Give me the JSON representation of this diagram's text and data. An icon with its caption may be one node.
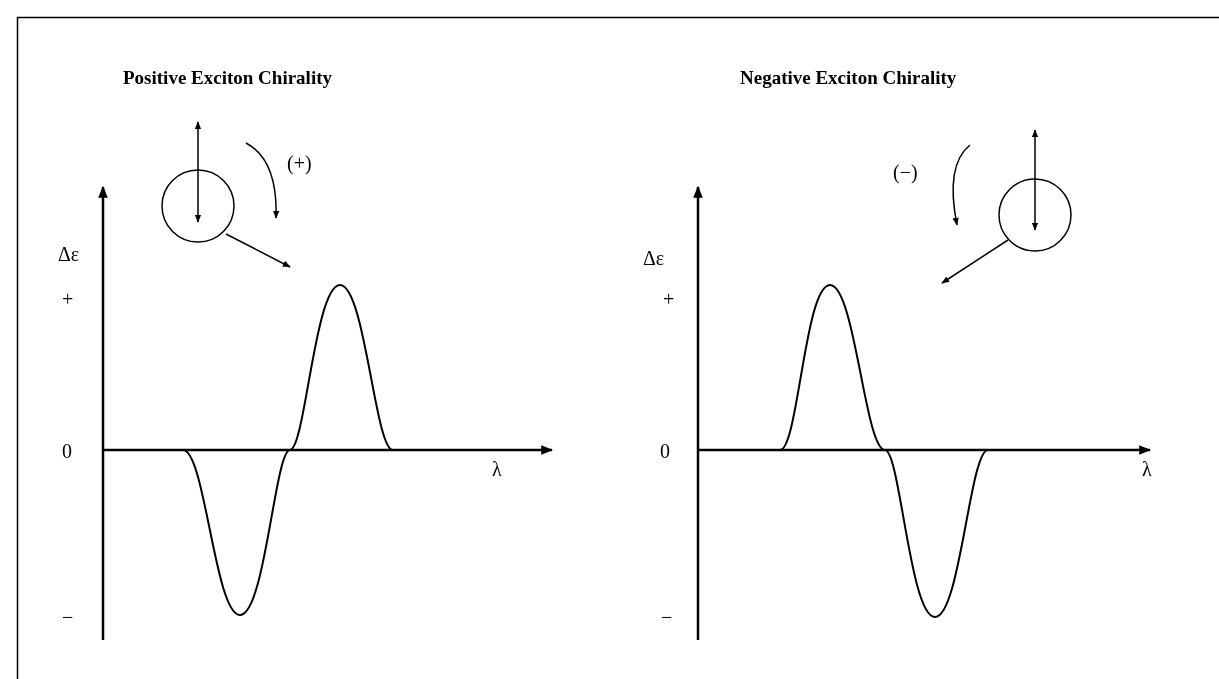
{
  "diagram": {
    "labels": [
      "Positive Exciton Chirality",
      "Negative Exciton Chirality",
      "(+)",
      "(−)",
      "Δε",
      "Δε",
      "+",
      "+",
      "0",
      "λ",
      "0",
      "λ",
      "−",
      "−"
    ]
  }
}
